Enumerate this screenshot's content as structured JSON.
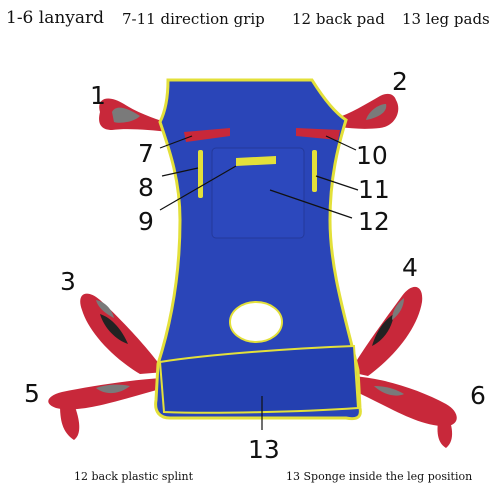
{
  "header": {
    "lanyard": "1-6 lanyard",
    "grip": "7-11 direction grip",
    "back_pad": "12 back pad",
    "leg_pads": "13 leg pads"
  },
  "footer": {
    "splint": "12 back plastic splint",
    "sponge": "13 Sponge inside the leg position"
  },
  "callouts": [
    "1",
    "2",
    "3",
    "4",
    "5",
    "6",
    "7",
    "8",
    "9",
    "10",
    "11",
    "12",
    "13"
  ],
  "colors": {
    "sling": "#2a45b8",
    "trim": "#e3e03a",
    "strap": "#c8283a",
    "handle": "#7a7a7a"
  }
}
